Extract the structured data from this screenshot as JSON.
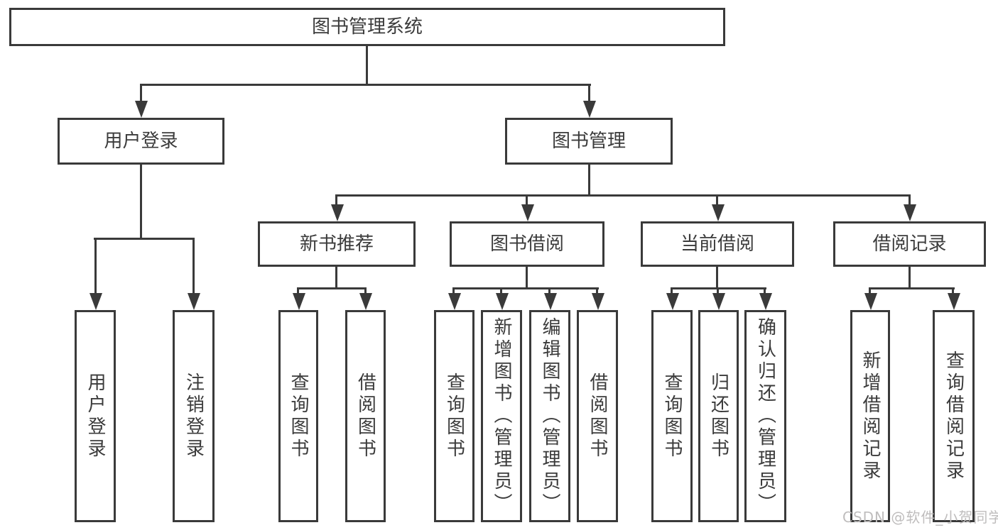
{
  "tree": {
    "root": "图书管理系统",
    "l2": [
      "用户登录",
      "图书管理"
    ],
    "l3": [
      "新书推荐",
      "图书借阅",
      "当前借阅",
      "借阅记录"
    ],
    "leaves": [
      [
        "用户登录",
        "注销登录"
      ],
      [
        "查询图书",
        "借阅图书"
      ],
      [
        "查询图书",
        "新增图书（管理员）",
        "编辑图书（管理员）",
        "借阅图书"
      ],
      [
        "查询图书",
        "归还图书",
        "确认归还（管理员）"
      ],
      [
        "新增借阅记录",
        "查询借阅记录"
      ]
    ]
  },
  "watermark": "CSDN @软件_小贺同学",
  "colors": {
    "line": "#3a3a3a",
    "text": "#3b3b3b",
    "box_background": "#ffffff",
    "watermark_text": "#bfbdbd"
  }
}
